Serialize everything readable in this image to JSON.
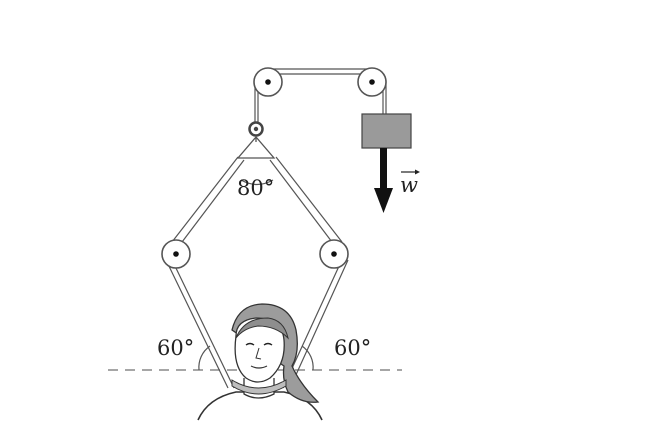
{
  "labels": {
    "apex_angle": "80°",
    "left_angle": "60°",
    "right_angle": "60°",
    "weight_symbol": "w"
  },
  "colors": {
    "line": "#555555",
    "weight_block": "#9a9a9a",
    "arrow": "#111111",
    "dash": "#888888"
  }
}
